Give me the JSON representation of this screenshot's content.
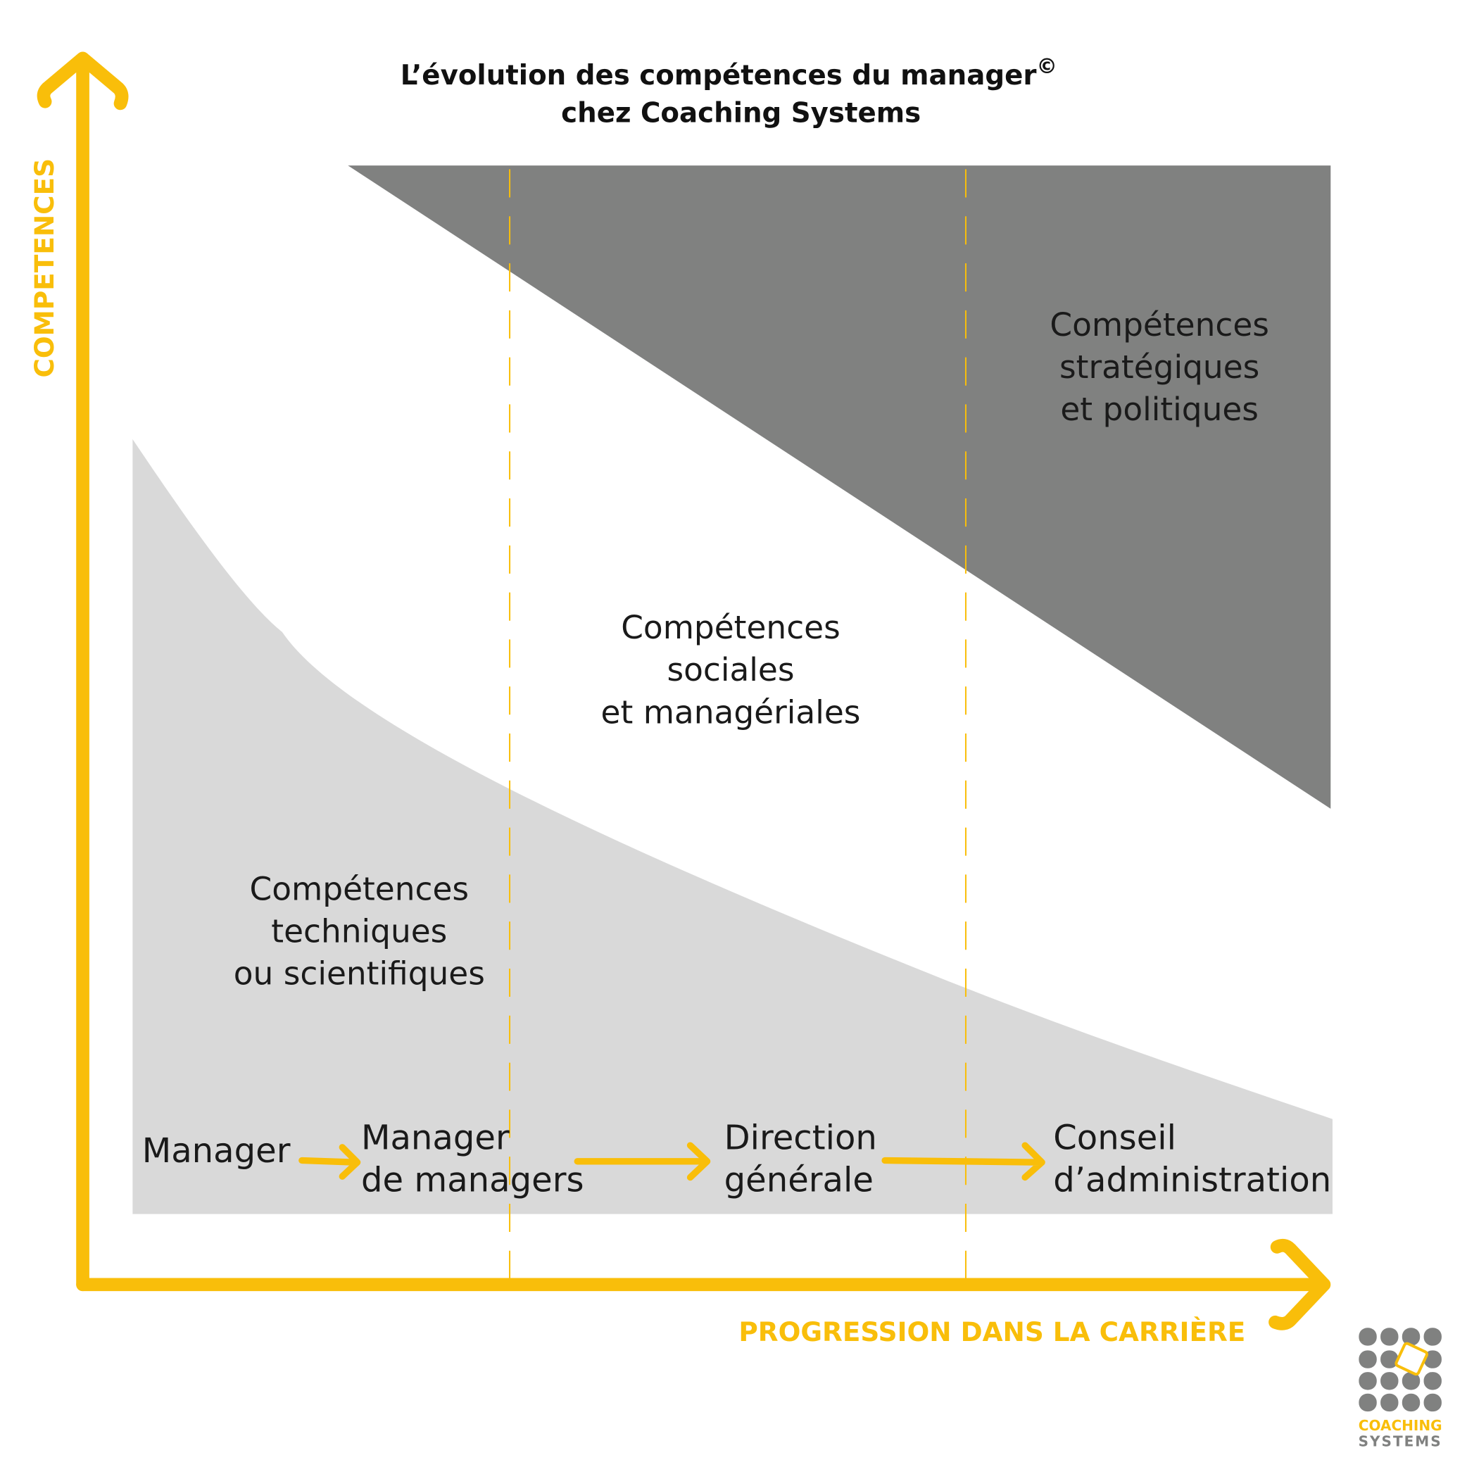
{
  "title": {
    "line1": "L’évolution des compétences du manager",
    "copyright": "©",
    "line2": "chez Coaching Systems"
  },
  "axes": {
    "y_label": "COMPETENCES",
    "x_label": "PROGRESSION DANS LA CARRIÈRE"
  },
  "zones": {
    "strategic": [
      "Compétences",
      "stratégiques",
      "et politiques"
    ],
    "social": [
      "Compétences",
      "sociales",
      "et managériales"
    ],
    "technical": [
      "Compétences",
      "techniques",
      "ou scientifiques"
    ]
  },
  "stages": {
    "manager": "Manager",
    "manager_of_managers": [
      "Manager",
      "de managers"
    ],
    "general_management": [
      "Direction",
      "générale"
    ],
    "board": [
      "Conseil",
      "d’administration"
    ]
  },
  "logo": {
    "line1": "COACHING",
    "line2": "SYSTEMS"
  },
  "colors": {
    "accent": "#F9BE0A",
    "dark_gray": "#808180",
    "light_gray": "#D9D9D9"
  }
}
